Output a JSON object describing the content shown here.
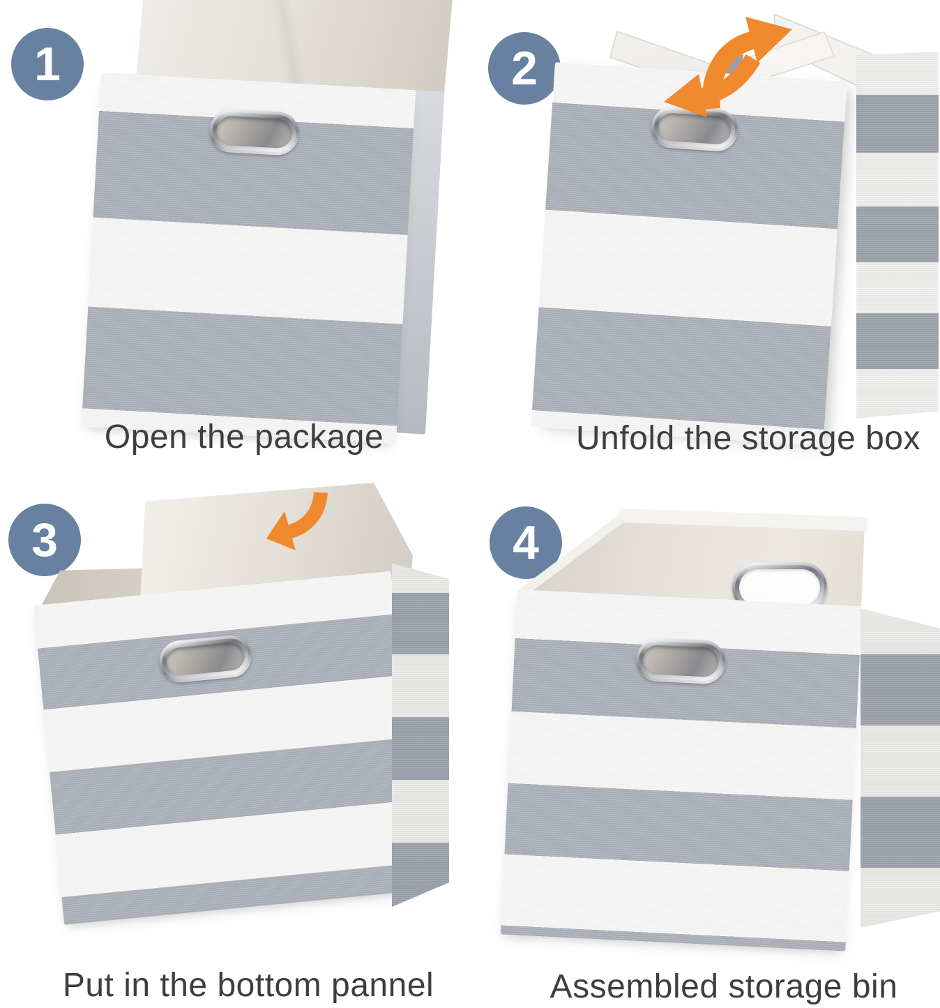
{
  "page": {
    "background": "#ffffff"
  },
  "steps": [
    {
      "number": "1",
      "caption": "Open the package",
      "icons": [
        "grommet-handle-icon"
      ]
    },
    {
      "number": "2",
      "caption": "Unfold the storage box",
      "icons": [
        "grommet-handle-icon",
        "curved-arrow-up-right-icon",
        "curved-arrow-down-left-icon"
      ]
    },
    {
      "number": "3",
      "caption": "Put in the bottom pannel",
      "icons": [
        "grommet-handle-icon",
        "curved-arrow-down-left-icon"
      ]
    },
    {
      "number": "4",
      "caption": "Assembled storage bin",
      "icons": [
        "grommet-handle-icon",
        "grommet-handle-icon"
      ]
    }
  ],
  "colors": {
    "step_badge": "#6981a1",
    "caption_text": "#3e3e3e",
    "arrow_orange": "#F0892E",
    "stripe_gray": "#a9aeb8",
    "stripe_white": "#f7f7f6",
    "fabric_lining": "#e6e1d8",
    "grommet_chrome": "#c8c9cd"
  }
}
